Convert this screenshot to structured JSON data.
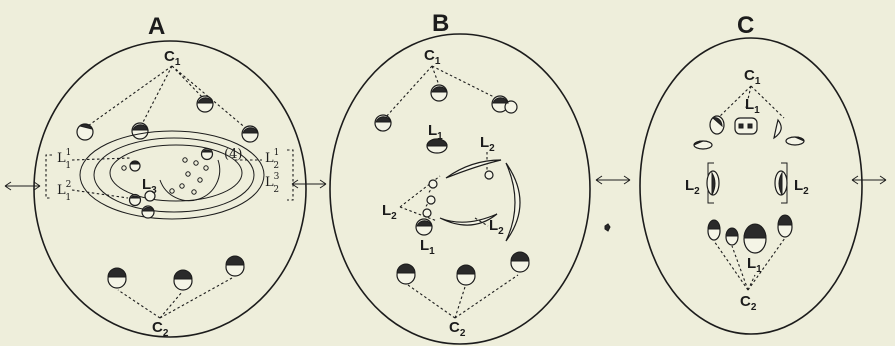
{
  "panels": [
    {
      "letter": "A",
      "c1": "C",
      "c1_sub": "1",
      "c2": "C",
      "c2_sub": "2",
      "l1a": "L",
      "l1a_sup": "1",
      "l1a_sub": "1",
      "l1b": "L",
      "l1b_sup": "2",
      "l1b_sub": "1",
      "l2a": "L",
      "l2a_sup": "1",
      "l2a_sub": "2",
      "l2b": "L",
      "l2b_sup": "3",
      "l2b_sub": "2",
      "l3": "L",
      "l3_sub": "3",
      "num4": "(4)"
    },
    {
      "letter": "B",
      "c1": "C",
      "c1_sub": "1",
      "c2": "C",
      "c2_sub": "2",
      "l1_top": "L",
      "l1_top_sub": "1",
      "l2_top": "L",
      "l2_top_sub": "2",
      "l2_left": "L",
      "l2_left_sub": "2",
      "l2_bottom": "L",
      "l2_bottom_sub": "2",
      "l1_bottom": "L",
      "l1_bottom_sub": "1"
    },
    {
      "letter": "C",
      "c1": "C",
      "c1_sub": "1",
      "c2": "C",
      "c2_sub": "2",
      "l1_top": "L",
      "l1_top_sub": "1",
      "l2_left": "L",
      "l2_left_sub": "2",
      "l2_right": "L",
      "l2_right_sub": "2",
      "l1_bottom": "L",
      "l1_bottom_sub": "1"
    }
  ]
}
